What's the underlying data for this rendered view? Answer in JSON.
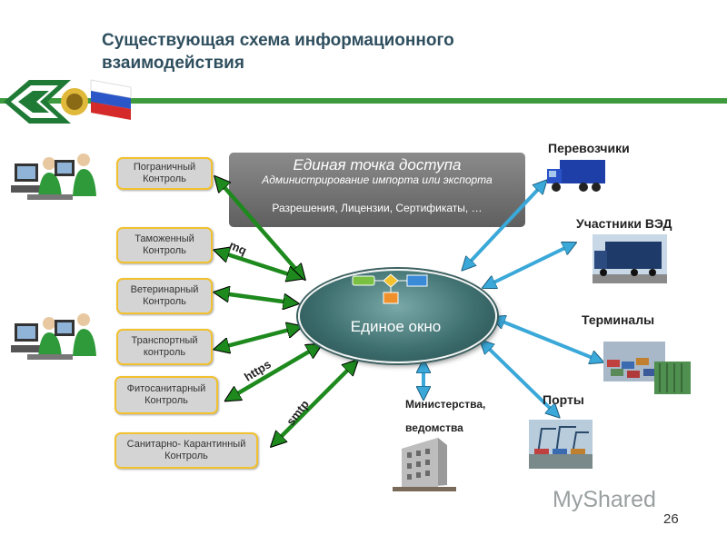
{
  "header": {
    "title_line1": "Существующая схема информационного",
    "title_line2": "взаимодействия"
  },
  "left_boxes": [
    {
      "label": "Пограничный\nКонтроль"
    },
    {
      "label": "Таможенный\nКонтроль"
    },
    {
      "label": "Ветеринарный\nКонтроль"
    },
    {
      "label": "Транспортный\nконтроль"
    },
    {
      "label": "Фитосанитарный\nКонтроль"
    },
    {
      "label": "Санитарно- Карантинный\nКонтроль"
    }
  ],
  "access_panel": {
    "title": "Единая точка доступа",
    "subtitle": "Администрирование импорта или экспорта",
    "permissions": "Разрешения, Лицензии, Сертификаты, …"
  },
  "center": {
    "label": "Единое окно"
  },
  "protocols": {
    "mq": "mq",
    "https": "https",
    "smtp": "smtp"
  },
  "ministry": {
    "line1": "Министерства,",
    "line2": "ведомства"
  },
  "right_items": {
    "carriers": "Перевозчики",
    "ved": "Участники ВЭД",
    "terminals": "Терминалы",
    "ports": "Порты"
  },
  "watermark": {
    "text": "MyShared"
  },
  "footer": {
    "page_number": "26"
  },
  "colors": {
    "green_arrow": "#1e8a1e",
    "blue_arrow": "#3aa8d8",
    "box_border": "#f2c12e",
    "header_bar": "#3d9a3d",
    "oval": "#3f7070"
  },
  "icons": [
    "customs-emblem",
    "russian-flag",
    "operator-workstation-icon",
    "truck-icon",
    "cargo-truck-icon",
    "terminal-containers-icon",
    "port-cranes-icon",
    "ministry-building-icon",
    "flowchart-icon"
  ]
}
